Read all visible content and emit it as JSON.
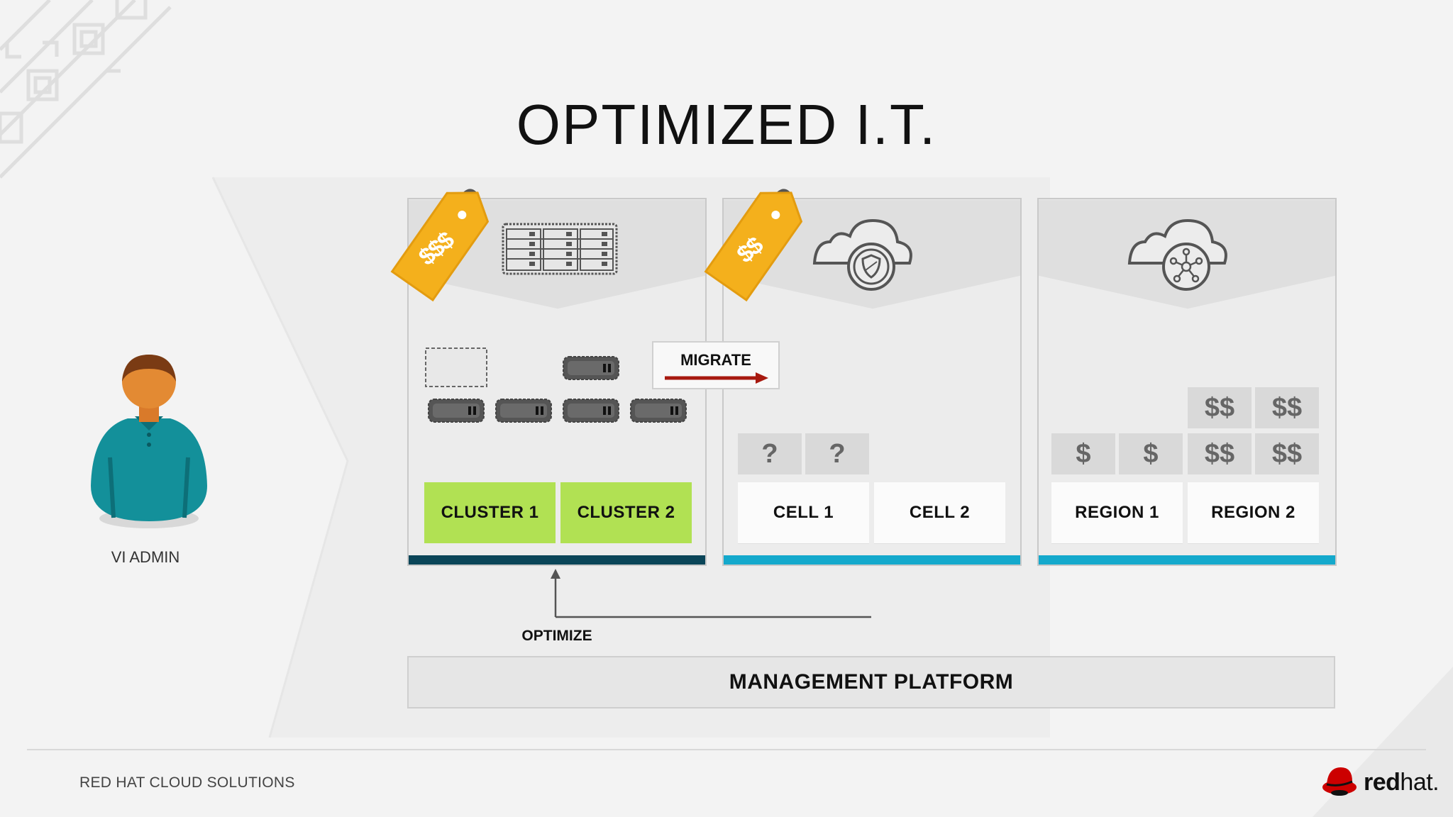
{
  "title": "OPTIMIZED I.T.",
  "actor": {
    "label": "VI ADMIN",
    "icon": "person-icon"
  },
  "panels": [
    {
      "id": "vi",
      "price_tag": "$$$",
      "header_icon": "server-rack-icon",
      "bar_color": "#0a4558",
      "groups": [
        {
          "label": "CLUSTER 1",
          "style": "green"
        },
        {
          "label": "CLUSTER 2",
          "style": "green"
        }
      ]
    },
    {
      "id": "cells",
      "price_tag": "$$",
      "header_icon": "cloud-shield-icon",
      "bar_color": "#14a9cc",
      "unknown_cost": [
        "?",
        "?"
      ],
      "groups": [
        {
          "label": "CELL 1",
          "style": "white"
        },
        {
          "label": "CELL 2",
          "style": "white"
        }
      ]
    },
    {
      "id": "regions",
      "header_icon": "cloud-network-icon",
      "bar_color": "#14a9cc",
      "costs": {
        "region1": [
          "$",
          "$"
        ],
        "region2_row1": [
          "$$",
          "$$"
        ],
        "region2_row2": [
          "$$",
          "$$"
        ]
      },
      "groups": [
        {
          "label": "REGION 1",
          "style": "white"
        },
        {
          "label": "REGION 2",
          "style": "white"
        }
      ]
    }
  ],
  "migrate_label": "MIGRATE",
  "optimize_label": "OPTIMIZE",
  "management_platform": "MANAGEMENT PLATFORM",
  "footer": {
    "text": "RED HAT CLOUD SOLUTIONS"
  },
  "brand": {
    "bold": "red",
    "light": "hat.",
    "logo_icon": "redhat-shadowman-icon"
  },
  "colors": {
    "accent_green": "#b1e153",
    "price_tag": "#f4b01c",
    "teal_dark": "#0a4558",
    "teal_light": "#14a9cc",
    "admin_shirt": "#13909a",
    "migrate_arrow": "#a7190f",
    "redhat_red": "#cc0000"
  }
}
